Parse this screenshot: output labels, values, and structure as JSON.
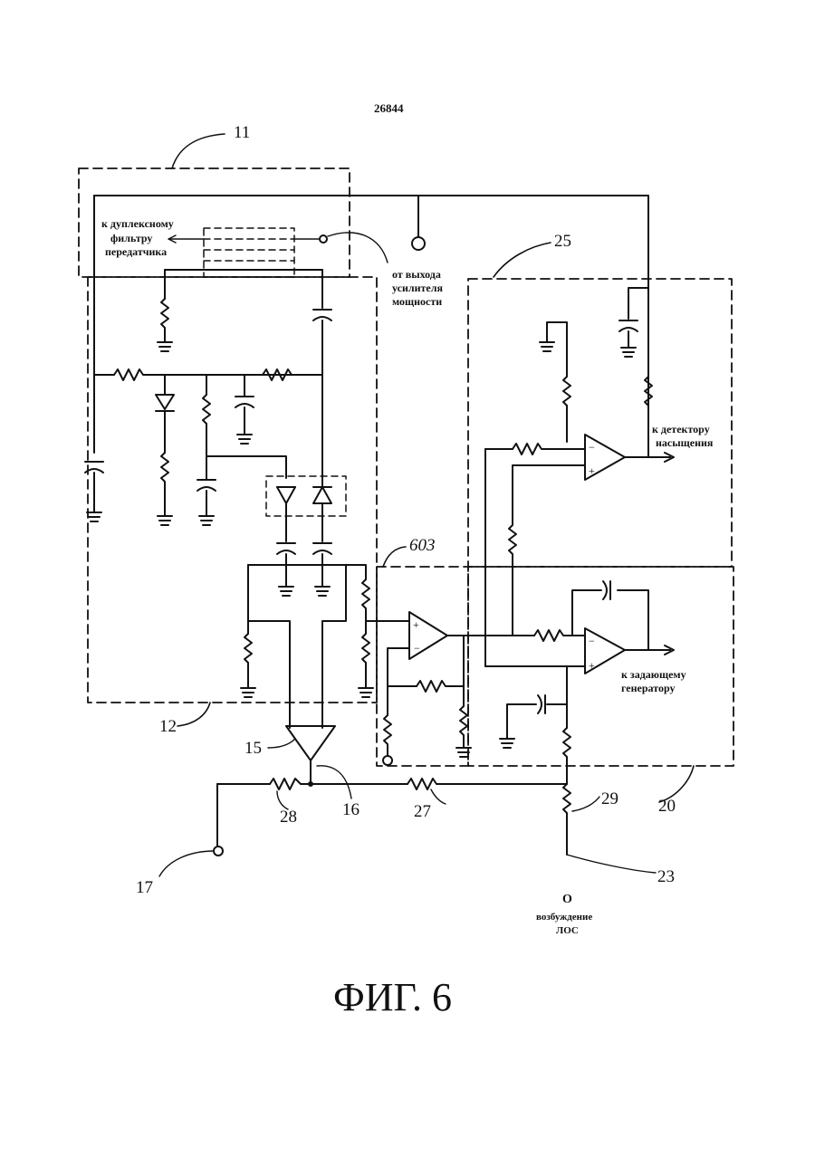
{
  "document": {
    "patent_number": "26844",
    "figure_caption": "ФИГ. 6"
  },
  "labels": {
    "to_duplex_filter_line1": "к дуплексному",
    "to_duplex_filter_line2": "фильтру",
    "to_duplex_filter_line3": "передатчика",
    "from_amp_line1": "от выхода",
    "from_amp_line2": "усилителя",
    "from_amp_line3": "мощности",
    "to_detector_line1": "к детектору",
    "to_detector_line2": "насыщения",
    "to_master_gen_line1": "к задающему",
    "to_master_gen_line2": "генератору",
    "excitation_line1": "О",
    "excitation_line2": "возбуждение",
    "excitation_line3": "ЛОС"
  },
  "refs": {
    "r11": "11",
    "r12": "12",
    "r15": "15",
    "r16": "16",
    "r17": "17",
    "r20": "20",
    "r23": "23",
    "r25": "25",
    "r27": "27",
    "r28": "28",
    "r29": "29",
    "r603": "603"
  },
  "colors": {
    "ink": "#111111",
    "paper": "#ffffff"
  }
}
